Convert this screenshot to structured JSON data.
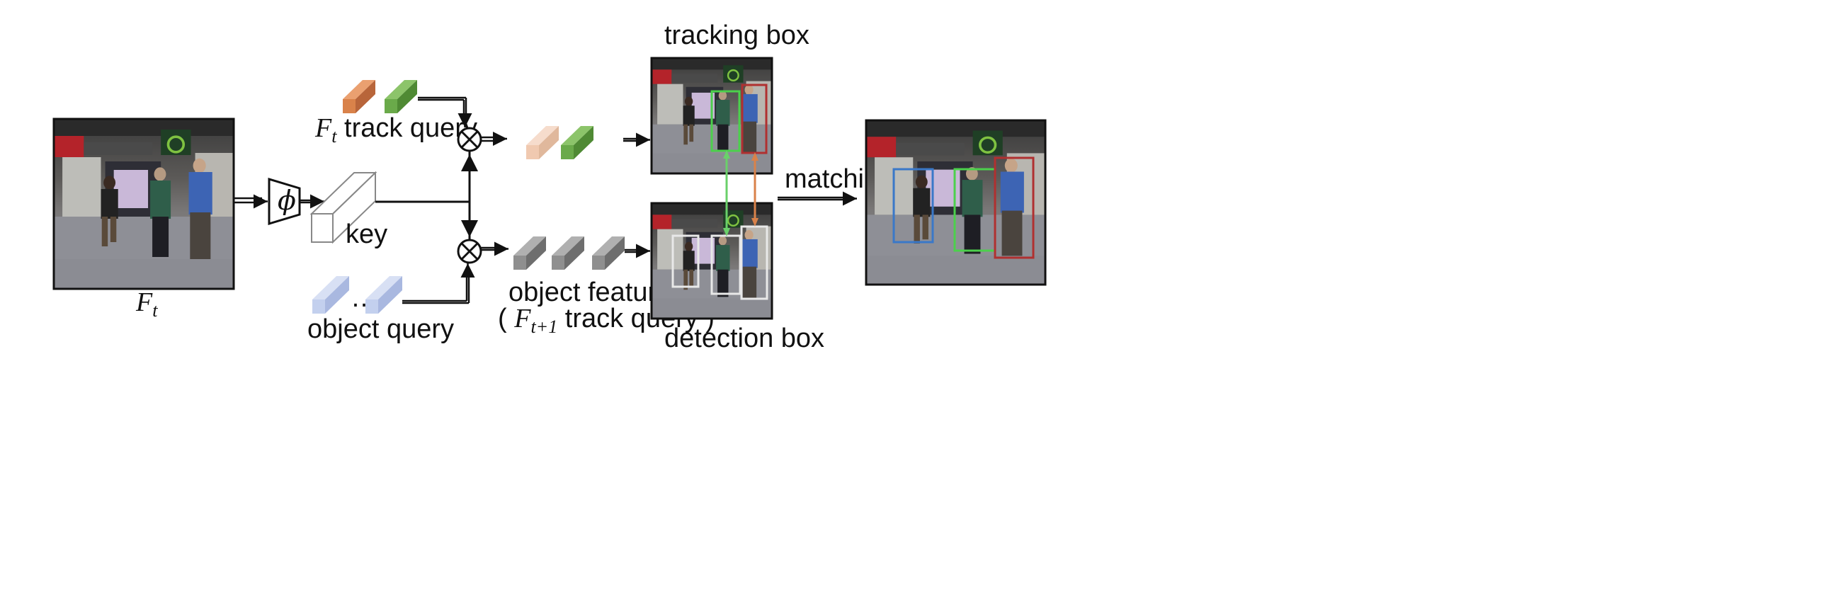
{
  "labels": {
    "frame_symbol": "F",
    "frame_subscript": "t",
    "encoder_symbol": "ϕ",
    "key": "key",
    "track_query_symbol": "F",
    "track_query_subscript": "t",
    "track_query_text": " track query",
    "object_query": "object query",
    "ellipsis": "…",
    "object_feature": "object feature",
    "next_query_open": "( ",
    "next_query_symbol": "F",
    "next_query_subscript": "t+1",
    "next_query_text": " track query )",
    "tracking_box": "tracking box",
    "detection_box": "detection box",
    "matching": "matching"
  },
  "colors": {
    "track_orange": "#d9824a",
    "track_green": "#6aaa4a",
    "faded_orange": "#f0c9b0",
    "object_blue": "#c3d0ee",
    "feature_gray": "#8f8f8f",
    "box_green": "#4cd04c",
    "box_red": "#b03030",
    "box_blue": "#3a78c8",
    "box_white": "#e8e8e8",
    "link_orange": "#d9824a",
    "link_green": "#6ad06a"
  }
}
